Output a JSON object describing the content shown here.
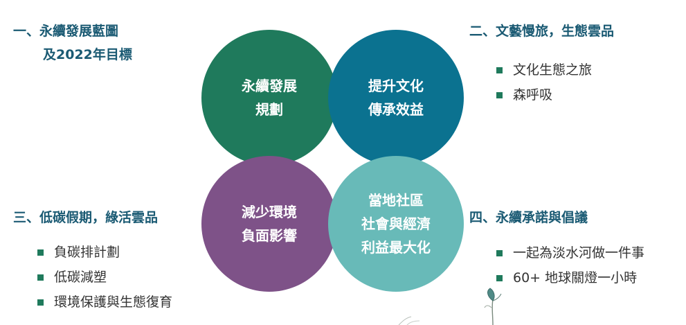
{
  "colors": {
    "heading": "#1a5a73",
    "bullet": "#1f7a5c",
    "circle_green": "#1f7a5c",
    "circle_blue": "#0b7290",
    "circle_purple": "#7e5288",
    "circle_teal": "#68bab8"
  },
  "sections": {
    "s1": {
      "line1": "一、永續發展藍圖",
      "line2": "及2022年目標"
    },
    "s2": {
      "title": "二、文藝慢旅，生態雲品",
      "items": [
        "文化生態之旅",
        "森呼吸"
      ]
    },
    "s3": {
      "title": "三、低碳假期，綠活雲品",
      "items": [
        "負碳排計劃",
        "低碳減塑",
        "環境保護與生態復育"
      ]
    },
    "s4": {
      "title": "四、永續承諾與倡議",
      "items": [
        "一起為淡水河做一件事",
        "60+ 地球關燈一小時"
      ]
    }
  },
  "circles": {
    "green": {
      "lines": [
        "永續發展",
        "規劃"
      ]
    },
    "blue": {
      "lines": [
        "提升文化",
        "傳承效益"
      ]
    },
    "purple": {
      "lines": [
        "減少環境",
        "負面影響"
      ]
    },
    "teal": {
      "lines": [
        "當地社區",
        "社會與經濟",
        "利益最大化"
      ]
    }
  },
  "decorations": [
    "plant-sprout-icon"
  ]
}
